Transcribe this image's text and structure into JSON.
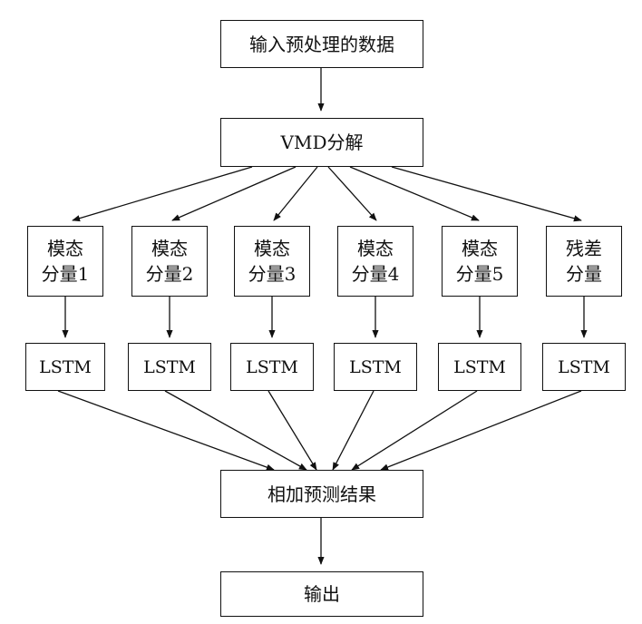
{
  "nodes": {
    "input": "输入预处理的数据",
    "vmd": "VMD分解",
    "components": [
      {
        "line1": "模态",
        "line2": "分量1"
      },
      {
        "line1": "模态",
        "line2": "分量2"
      },
      {
        "line1": "模态",
        "line2": "分量3"
      },
      {
        "line1": "模态",
        "line2": "分量4"
      },
      {
        "line1": "模态",
        "line2": "分量5"
      },
      {
        "line1": "残差",
        "line2": "分量"
      }
    ],
    "lstm": [
      "LSTM",
      "LSTM",
      "LSTM",
      "LSTM",
      "LSTM",
      "LSTM"
    ],
    "sum": "相加预测结果",
    "output": "输出"
  }
}
